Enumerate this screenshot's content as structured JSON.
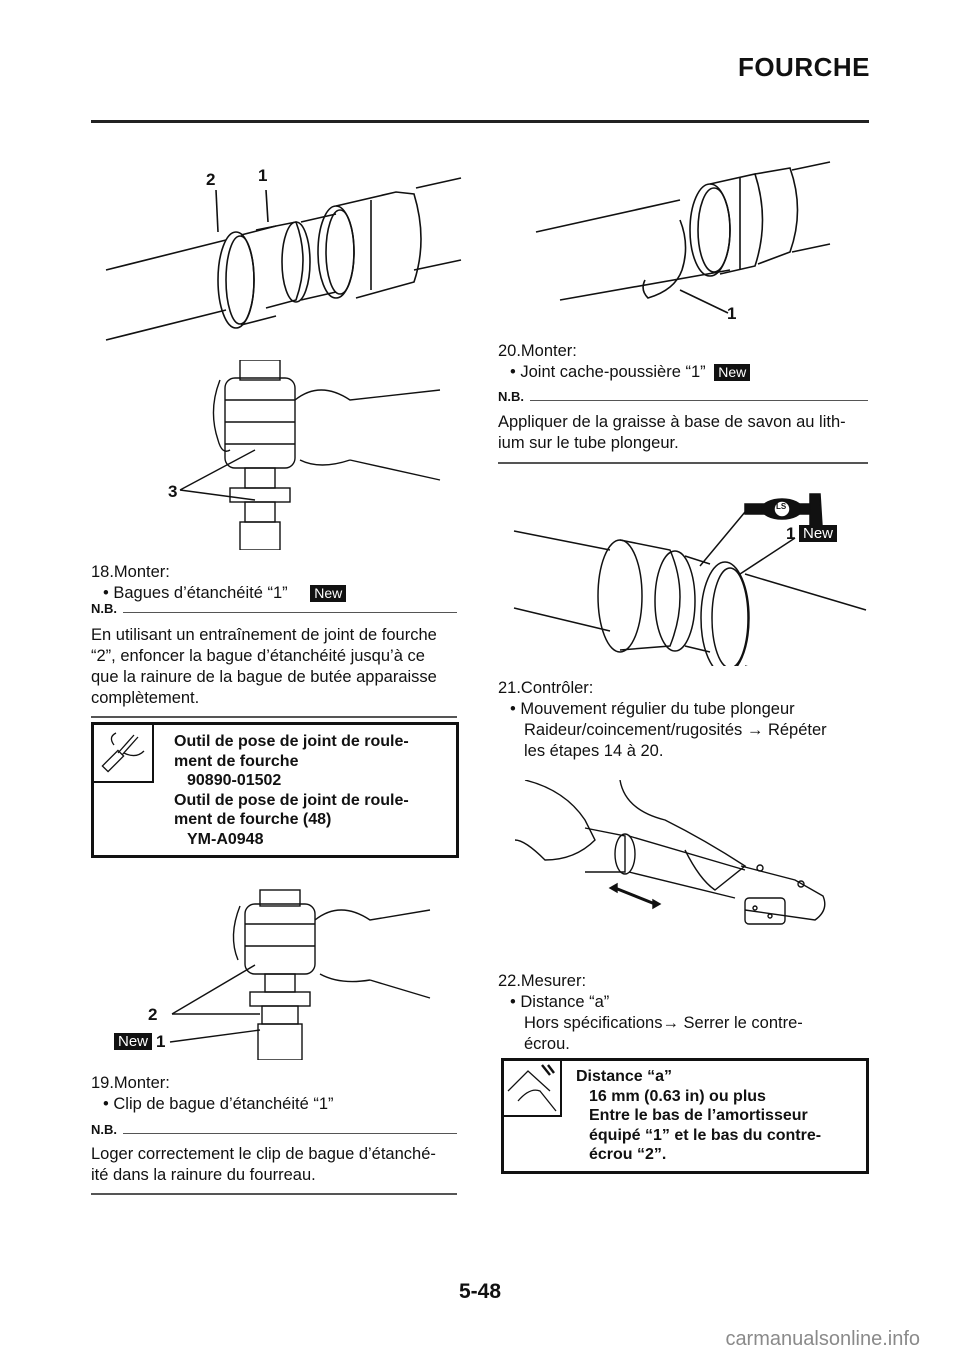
{
  "header": {
    "title": "FOURCHE"
  },
  "figures": {
    "fig1": {
      "labels": [
        "2",
        "1"
      ]
    },
    "fig2": {
      "labels": [
        "3"
      ]
    },
    "fig3": {
      "labels": [
        "2",
        "1"
      ],
      "badge": "New"
    },
    "fig4": {
      "labels": [
        "1"
      ]
    },
    "fig5": {
      "labels": [
        "1"
      ],
      "badge": "New",
      "lubricant_symbol": "LS"
    },
    "fig6": {
      "labels": []
    }
  },
  "steps": {
    "s18": {
      "title": "18.Monter:",
      "bullet": "• Bagues d’étanchéité “1”",
      "badge": "New",
      "nb_label": "N.B.",
      "nb_lines": [
        "En utilisant un entraînement de joint de fourche",
        "“2”, enfoncer la bague d’étanchéité jusqu’à ce",
        "que la rainure de la bague de butée apparaisse",
        "complètement."
      ],
      "tool_box": {
        "icon": "special-tool-icon",
        "lines": [
          "Outil de pose de joint de roule-",
          "ment de fourche",
          "  90890-01502",
          "Outil de pose de joint de roule-",
          "ment de fourche (48)",
          "  YM-A0948"
        ]
      }
    },
    "s19": {
      "title": "19.Monter:",
      "bullet": "• Clip de bague d’étanchéité “1”",
      "nb_label": "N.B.",
      "nb_lines": [
        "Loger correctement le clip de bague d’étanché-",
        "ité dans la rainure du fourreau."
      ]
    },
    "s20": {
      "title": "20.Monter:",
      "bullet": "• Joint cache-poussière “1”",
      "badge": "New",
      "nb_label": "N.B.",
      "nb_lines": [
        "Appliquer de la graisse à base de savon au lith-",
        "ium sur le tube plongeur."
      ]
    },
    "s21": {
      "title": "21.Contrôler:",
      "bullet": "• Mouvement régulier du tube plongeur",
      "lines": [
        "Raideur/coincement/rugosités → Répéter",
        "les étapes 14 à 20."
      ]
    },
    "s22": {
      "title": "22.Mesurer:",
      "bullet": "• Distance “a”",
      "lines": [
        "Hors spécifications→ Serrer le contre-",
        "écrou."
      ],
      "spec_box": {
        "icon": "caliper-icon",
        "lines": [
          "Distance “a”",
          "  16 mm (0.63 in) ou plus",
          "  Entre le bas de l’amortisseur",
          "  équipé “1” et le bas du contre-",
          "  écrou “2”."
        ]
      }
    }
  },
  "footer": {
    "page_number": "5-48",
    "watermark": "carmanualsonline.info"
  }
}
